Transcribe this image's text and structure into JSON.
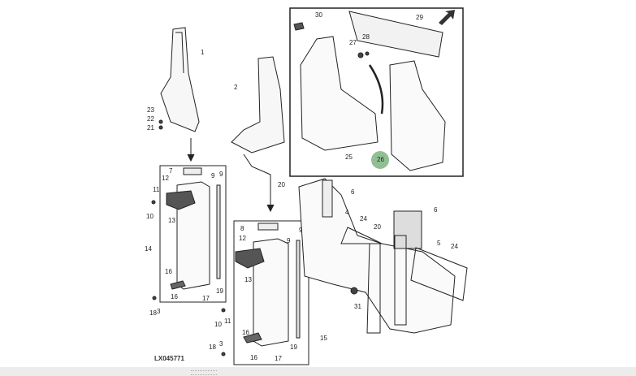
{
  "diagram_code": "LX045771",
  "highlight_color": "#6eaa6e",
  "labels": [
    "1",
    "2",
    "23",
    "22",
    "21",
    "7",
    "12",
    "9",
    "9",
    "11",
    "10",
    "13",
    "14",
    "16",
    "16",
    "17",
    "19",
    "18",
    "3",
    "20",
    "8",
    "12",
    "9",
    "9",
    "13",
    "11",
    "10",
    "16",
    "16",
    "17",
    "19",
    "15",
    "18",
    "3",
    "6",
    "4",
    "24",
    "20",
    "6",
    "5",
    "24",
    "31",
    "30",
    "29",
    "27",
    "28",
    "25",
    "26"
  ],
  "highlighted_label": "26"
}
